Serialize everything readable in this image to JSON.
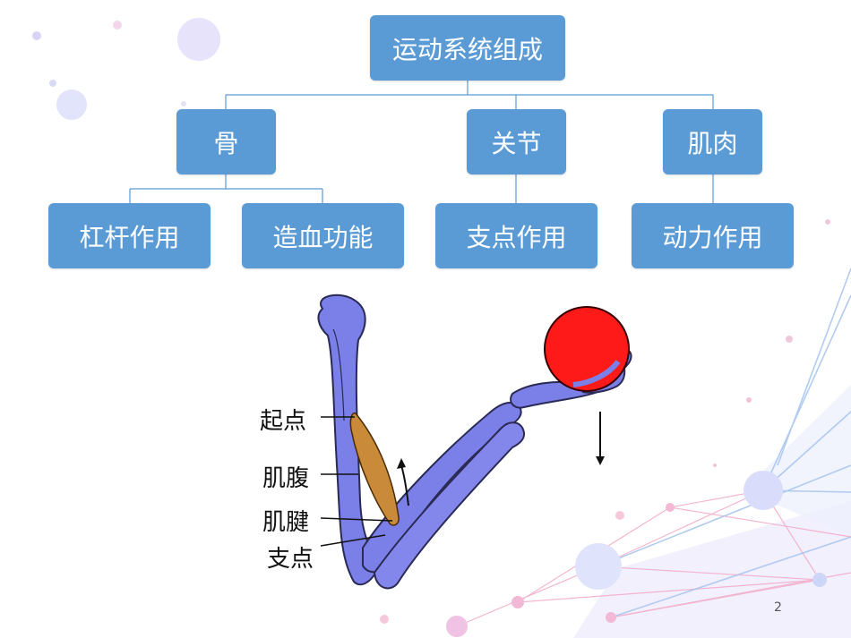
{
  "tree": {
    "root": "运动系统组成",
    "level1": [
      "骨",
      "关节",
      "肌肉"
    ],
    "leaves": [
      "杠杆作用",
      "造血功能",
      "支点作用",
      "动力作用"
    ]
  },
  "arm_labels": {
    "origin": "起点",
    "belly": "肌腹",
    "tendon": "肌腱",
    "fulcrum": "支点"
  },
  "page_number": "2",
  "colors": {
    "box": "#5b9bd5",
    "bone": "#7b7fe8",
    "muscle": "#c98a3a",
    "ball": "#ff1a1a"
  }
}
